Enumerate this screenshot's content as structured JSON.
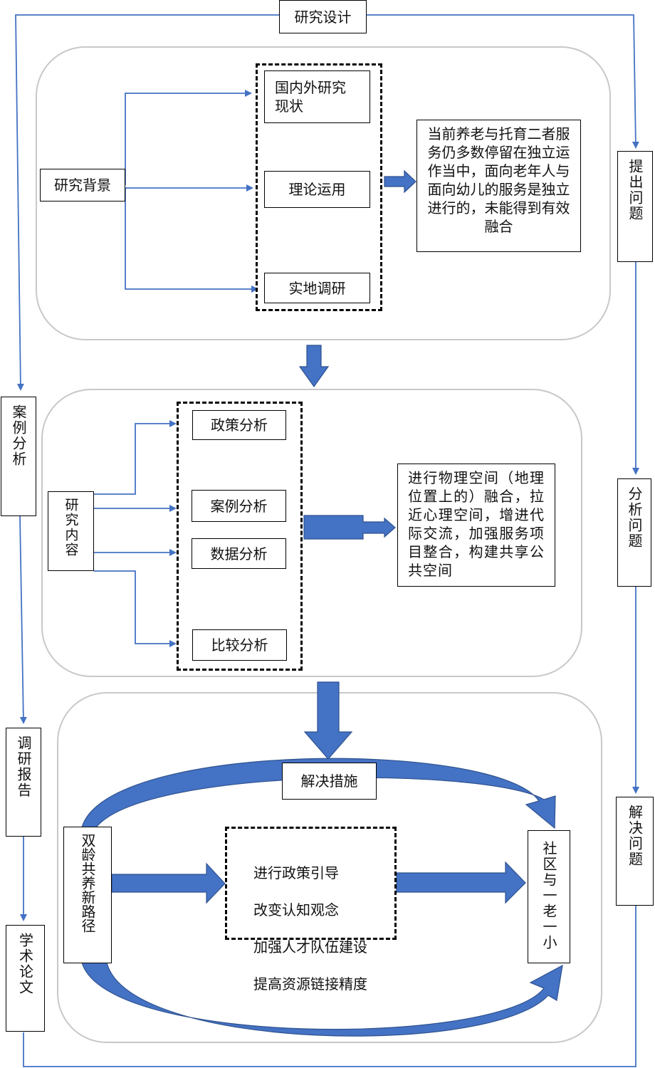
{
  "top": {
    "design": "研究设计"
  },
  "left_steps": [
    "案例分析",
    "调研报告",
    "学术论文"
  ],
  "right_steps": [
    "提出问题",
    "分析问题",
    "解决问题"
  ],
  "panel1": {
    "root": "研究背景",
    "items": [
      "国内外研究现状",
      "理论运用",
      "实地调研"
    ],
    "conclusion": "当前养老与托育二者服务仍多数停留在独立运作当中，面向老年人与面向幼儿的服务是独立进行的，未能得到有效融合"
  },
  "panel2": {
    "root": "研究内容",
    "items": [
      "政策分析",
      "案例分析",
      "数据分析",
      "比较分析"
    ],
    "conclusion": "进行物理空间（地理位置上的）融合，拉近心理空间，增进代际交流，加强服务项目整合，构建共享公共空间"
  },
  "panel3": {
    "title": "解决措施",
    "left": "双龄共养新路径",
    "measures": [
      "进行政策引导",
      "改变认知观念",
      "加强人才队伍建设",
      "提高资源链接精度"
    ],
    "right": "社区与一老一小"
  },
  "colors": {
    "connector": "#4472c4",
    "arrow_fill": "#4472c4",
    "arrow_stroke": "#2f528f",
    "panel_border": "#c8c8c8"
  }
}
